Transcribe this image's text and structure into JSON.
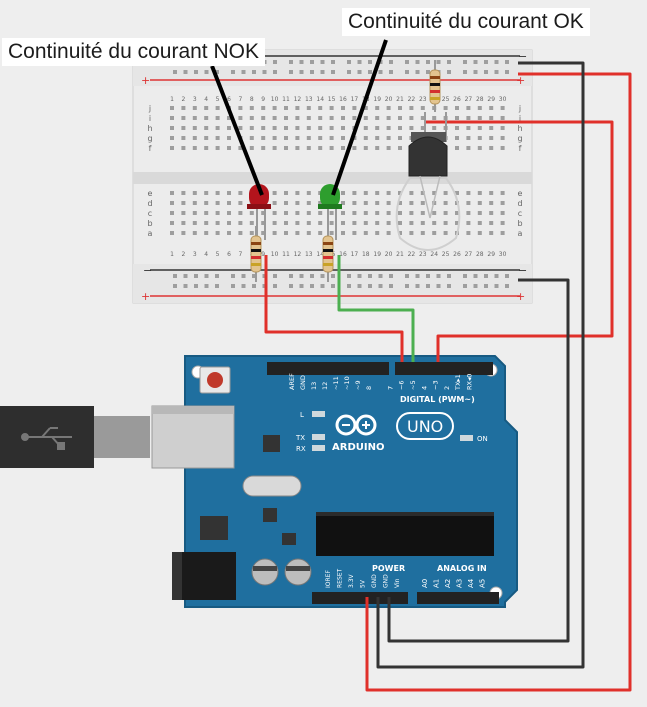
{
  "labels": {
    "nok": "Continuité du courant NOK",
    "ok": "Continuité du courant OK"
  },
  "breadboard": {
    "columns": [
      "1",
      "2",
      "3",
      "4",
      "5",
      "6",
      "7",
      "8",
      "9",
      "10",
      "11",
      "12",
      "13",
      "14",
      "15",
      "16",
      "17",
      "18",
      "19",
      "20",
      "21",
      "22",
      "23",
      "24",
      "25",
      "26",
      "27",
      "28",
      "29",
      "30"
    ],
    "row_letters_top": [
      "j",
      "i",
      "h",
      "g",
      "f"
    ],
    "row_letters_bottom": [
      "e",
      "d",
      "c",
      "b",
      "a"
    ],
    "rail_minus": "−",
    "rail_plus": "+"
  },
  "arduino": {
    "brand": "ARDUINO",
    "model": "UNO",
    "digital_label": "DIGITAL (PWM~)",
    "power_label": "POWER",
    "analog_label": "ANALOG IN",
    "on_label": "ON",
    "l_label": "L",
    "tx_label": "TX",
    "rx_label": "RX",
    "digital_pins": [
      "AREF",
      "GND",
      "13",
      "12",
      "~11",
      "~10",
      "~9",
      "8",
      "7",
      "~6",
      "~5",
      "4",
      "~3",
      "2",
      "TX▸1",
      "RX◂0"
    ],
    "power_pins": [
      "IOREF",
      "RESET",
      "3.3V",
      "5V",
      "GND",
      "GND",
      "Vin"
    ],
    "analog_pins": [
      "A0",
      "A1",
      "A2",
      "A3",
      "A4",
      "A5"
    ]
  },
  "colors": {
    "board_blue": "#1f6f9f",
    "wire_red": "#e0302a",
    "wire_green": "#4caf50",
    "wire_black": "#333333",
    "led_red": "#b3141c",
    "led_green": "#2e9e2e"
  }
}
